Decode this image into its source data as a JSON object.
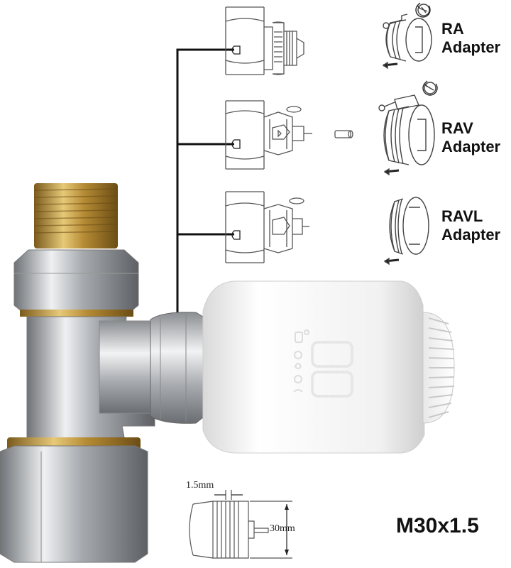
{
  "adapters": [
    {
      "name": "RA",
      "suffix": "Adapter"
    },
    {
      "name": "RAV",
      "suffix": "Adapter"
    },
    {
      "name": "RAVL",
      "suffix": "Adapter"
    }
  ],
  "dimensions": {
    "gap": "1.5mm",
    "length": "30mm"
  },
  "thread_spec": "M30x1.5",
  "colors": {
    "line": "#111111",
    "brass": "#c9a44a",
    "chrome": "#c7c9cc",
    "thermostat": "#f4f4f4",
    "display": "#ffffff"
  }
}
